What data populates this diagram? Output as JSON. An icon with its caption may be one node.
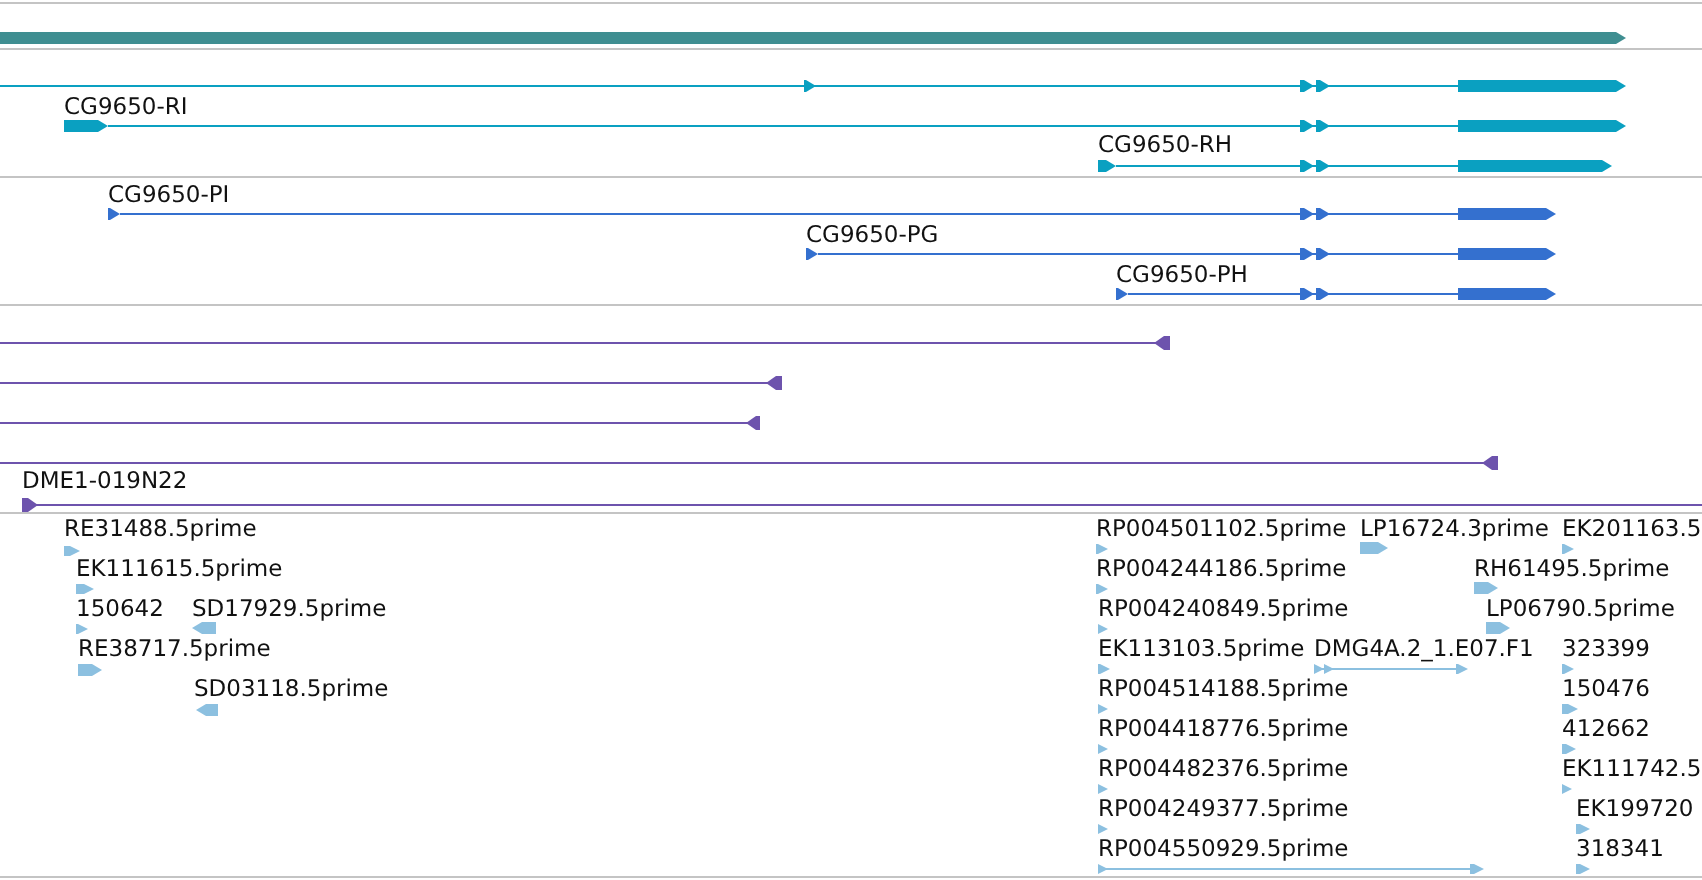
{
  "diagram": {
    "nodes": [
      {
        "text": [],
        "shape": "bar"
      },
      {
        "text": [],
        "shape": "bar"
      },
      {
        "text": [
          "CG9650-RI"
        ]
      },
      {
        "text": [
          "CG9650-RH"
        ]
      },
      {
        "text": [
          "CG9650-PI"
        ]
      },
      {
        "text": [
          "CG9650-PG"
        ]
      },
      {
        "text": [
          "CG9650-PH"
        ]
      },
      {
        "text": [],
        "shape": "arrow"
      },
      {
        "text": [],
        "shape": "arrow"
      },
      {
        "text": [],
        "shape": "arrow"
      },
      {
        "text": [],
        "shape": "arrow"
      },
      {
        "text": [
          "DME1-019N22"
        ]
      },
      {
        "text": [
          "RE31488.5prime"
        ]
      },
      {
        "text": [
          "RP004501102.5prime"
        ]
      },
      {
        "text": [
          "LP16724.3prime"
        ]
      },
      {
        "text": [
          "EK201163.5"
        ]
      },
      {
        "text": [
          "EK111615.5prime"
        ]
      },
      {
        "text": [
          "RP004244186.5prime"
        ]
      },
      {
        "text": [
          "RH61495.5prime"
        ]
      },
      {
        "text": [
          "150642"
        ]
      },
      {
        "text": [
          "SD17929.5prime"
        ]
      },
      {
        "text": [
          "RP004240849.5prime"
        ]
      },
      {
        "text": [
          "LP06790.5prime"
        ]
      },
      {
        "text": [
          "RE38717.5prime"
        ]
      },
      {
        "text": [
          "EK113103.5prime"
        ]
      },
      {
        "text": [
          "DMG4A.2_1.E07.F1"
        ]
      },
      {
        "text": [
          "323399"
        ]
      },
      {
        "text": [
          "SD03118.5prime"
        ]
      },
      {
        "text": [
          "RP004514188.5prime"
        ]
      },
      {
        "text": [
          "150476"
        ]
      },
      {
        "text": [
          "RP004418776.5prime"
        ]
      },
      {
        "text": [
          "412662"
        ]
      },
      {
        "text": [
          "RP004482376.5prime"
        ]
      },
      {
        "text": [
          "EK111742.5"
        ]
      },
      {
        "text": [
          "RP004249377.5prime"
        ]
      },
      {
        "text": [
          "EK199720"
        ]
      },
      {
        "text": [
          "RP004550929.5prime"
        ]
      },
      {
        "text": [
          "318341"
        ]
      }
    ]
  }
}
